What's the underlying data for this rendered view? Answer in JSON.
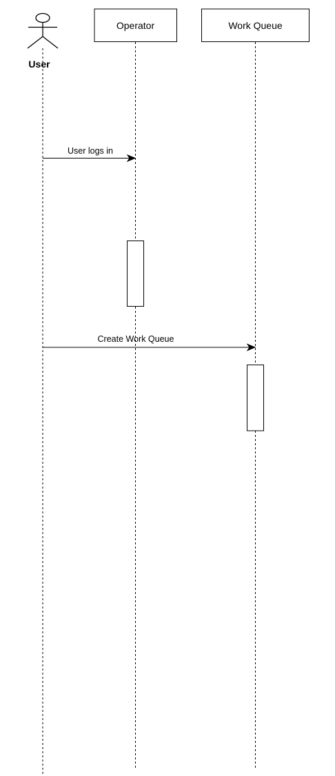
{
  "diagram": {
    "type": "sequence",
    "actor": {
      "label": "User"
    },
    "participants": [
      {
        "id": "operator",
        "label": "Operator"
      },
      {
        "id": "work-queue",
        "label": "Work Queue"
      }
    ],
    "messages": [
      {
        "from": "user",
        "to": "operator",
        "label": "User logs in"
      },
      {
        "from": "user",
        "to": "work-queue",
        "label": "Create Work Queue"
      }
    ],
    "activations": [
      {
        "participant": "operator"
      },
      {
        "participant": "work-queue"
      }
    ],
    "colors": {
      "stroke": "#000000",
      "fill": "#ffffff",
      "text": "#000000"
    }
  }
}
